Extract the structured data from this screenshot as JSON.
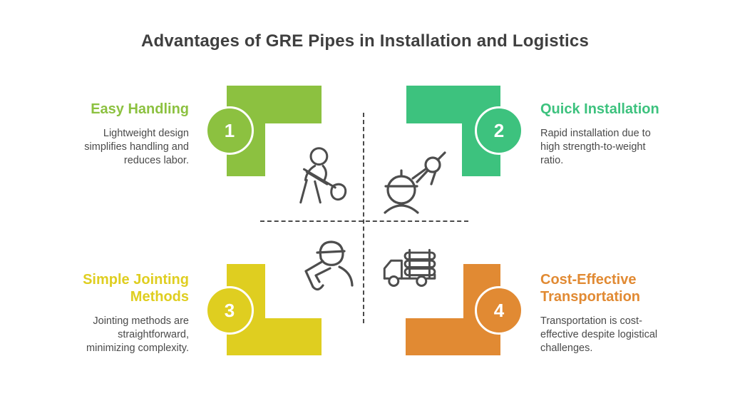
{
  "title": "Advantages of GRE Pipes in Installation and Logistics",
  "colors": {
    "green": "#8CC140",
    "teal": "#3DC27E",
    "yellow": "#DFCE20",
    "orange": "#E18A33",
    "title_text": "#3F3F3F",
    "body_text": "#4A4A4A",
    "divider": "#4A4A4A"
  },
  "quadrants": [
    {
      "number": "1",
      "heading": "Easy Handling",
      "body": "Lightweight design simplifies handling and reduces labor.",
      "color": "#8CC140",
      "icon": "digging-worker-icon"
    },
    {
      "number": "2",
      "heading": "Quick Installation",
      "body": "Rapid installation due to high strength-to-weight ratio.",
      "color": "#3DC27E",
      "icon": "surveyor-compass-icon"
    },
    {
      "number": "3",
      "heading": "Simple Jointing Methods",
      "body": "Jointing methods are straightforward, minimizing complexity.",
      "color": "#DFCE20",
      "icon": "jointing-worker-icon"
    },
    {
      "number": "4",
      "heading": "Cost-Effective Transportation",
      "body": "Transportation is cost-effective despite logistical challenges.",
      "color": "#E18A33",
      "icon": "pipe-truck-icon"
    }
  ]
}
